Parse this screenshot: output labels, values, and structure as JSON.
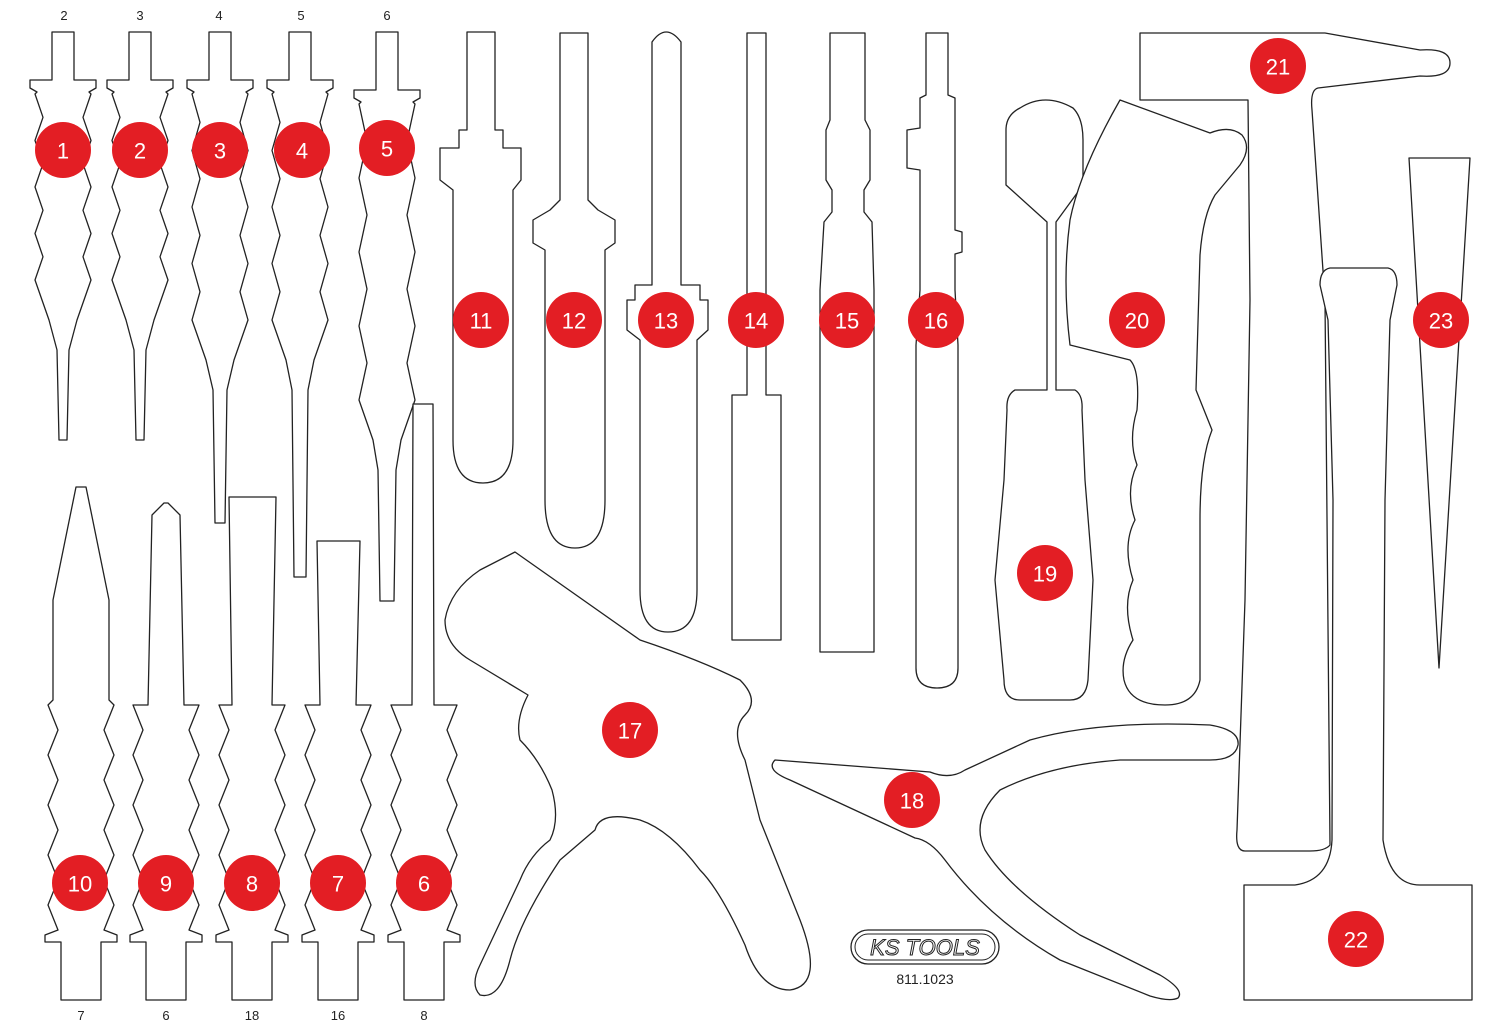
{
  "logo": {
    "brand": "KS TOOLS",
    "part_number": "811.1023"
  },
  "accent_color": "#e31e24",
  "size_labels_top": [
    "2",
    "3",
    "4",
    "5",
    "6"
  ],
  "size_labels_bottom": [
    "7",
    "6",
    "18",
    "16",
    "8"
  ],
  "markers": [
    "1",
    "2",
    "3",
    "4",
    "5",
    "6",
    "7",
    "8",
    "9",
    "10",
    "11",
    "12",
    "13",
    "14",
    "15",
    "16",
    "17",
    "18",
    "19",
    "20",
    "21",
    "22",
    "23"
  ]
}
